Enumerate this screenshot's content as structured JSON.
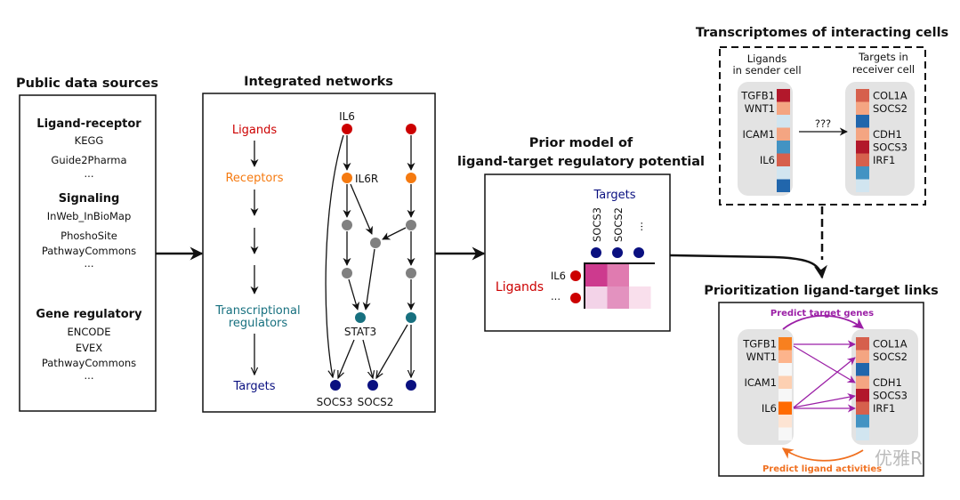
{
  "colors": {
    "ligand": "#cc0000",
    "receptor": "#f57a10",
    "signaling": "#808080",
    "regulator": "#17707f",
    "target": "#0a1080",
    "predict_targets": "#9b1fa6",
    "predict_ligands": "#f07020"
  },
  "public_sources": {
    "title": "Public data sources",
    "groups": [
      {
        "name": "Ligand-receptor",
        "items": [
          "KEGG",
          "Guide2Pharma",
          "..."
        ]
      },
      {
        "name": "Signaling",
        "items": [
          "InWeb_InBioMap",
          "PhoshoSite",
          "PathwayCommons",
          "..."
        ]
      },
      {
        "name": "Gene regulatory",
        "items": [
          "ENCODE",
          "EVEX",
          "PathwayCommons",
          "..."
        ]
      }
    ]
  },
  "integrated_networks": {
    "title": "Integrated networks",
    "levels": {
      "ligands": "Ligands",
      "receptors": "Receptors",
      "regulators_1": "Transcriptional",
      "regulators_2": "regulators",
      "targets": "Targets"
    },
    "node_labels": {
      "il6": "IL6",
      "il6r": "IL6R",
      "stat3": "STAT3",
      "socs3": "SOCS3",
      "socs2": "SOCS2"
    }
  },
  "prior_model": {
    "title_1": "Prior model of",
    "title_2": "ligand-target regulatory potential",
    "targets_label": "Targets",
    "target_cols": [
      "SOCS3",
      "SOCS2",
      "..."
    ],
    "ligands_label": "Ligands",
    "ligand_rows": [
      "IL6",
      "..."
    ],
    "heatmap": [
      [
        "#cd3a8e",
        "#e07bb0",
        "#ffffff"
      ],
      [
        "#f3d3e8",
        "#e392bf",
        "#f9dfec"
      ]
    ]
  },
  "transcriptomes": {
    "title": "Transcriptomes of interacting cells",
    "sender_label_1": "Ligands",
    "sender_label_2": "in sender cell",
    "receiver_label_1": "Targets in",
    "receiver_label_2": "receiver cell",
    "unknown_link": "???",
    "sender_genes": [
      "TGFB1",
      "WNT1",
      "",
      "ICAM1",
      "",
      "IL6",
      "",
      ""
    ],
    "sender_colors": [
      "#b2182b",
      "#f4a582",
      "#d1e5f0",
      "#f4a582",
      "#4393c3",
      "#d6604d",
      "#d1e5f0",
      "#2166ac"
    ],
    "receiver_genes": [
      "COL1A",
      "SOCS2",
      "",
      "CDH1",
      "SOCS3",
      "IRF1",
      "",
      ""
    ],
    "receiver_colors": [
      "#d6604d",
      "#f4a582",
      "#2166ac",
      "#f4a582",
      "#b2182b",
      "#d6604d",
      "#4393c3",
      "#d1e5f0"
    ]
  },
  "prioritization": {
    "title": "Prioritization ligand-target links",
    "predict_targets": "Predict target genes",
    "predict_ligands": "Predict ligand activities",
    "sender_genes": [
      "TGFB1",
      "WNT1",
      "",
      "ICAM1",
      "",
      "IL6",
      "",
      ""
    ],
    "sender_colors": [
      "#f8801f",
      "#fdb48c",
      "#f7f7f7",
      "#fdd0b2",
      "#f7f7f7",
      "#ff6a00",
      "#fde4d3",
      "#f7f7f7"
    ],
    "receiver_genes": [
      "COL1A",
      "SOCS2",
      "",
      "CDH1",
      "SOCS3",
      "IRF1",
      "",
      ""
    ],
    "receiver_colors": [
      "#d6604d",
      "#f4a582",
      "#2166ac",
      "#f4a582",
      "#b2182b",
      "#d6604d",
      "#4393c3",
      "#d1e5f0"
    ]
  },
  "watermark": "优雅R"
}
